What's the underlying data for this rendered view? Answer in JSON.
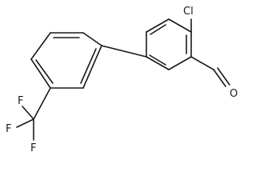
{
  "structure": {
    "atoms": {
      "chlorine": "Cl",
      "oxygen": "O",
      "fluorine_top": "F",
      "fluorine_left": "F",
      "fluorine_bottom": "F"
    }
  }
}
